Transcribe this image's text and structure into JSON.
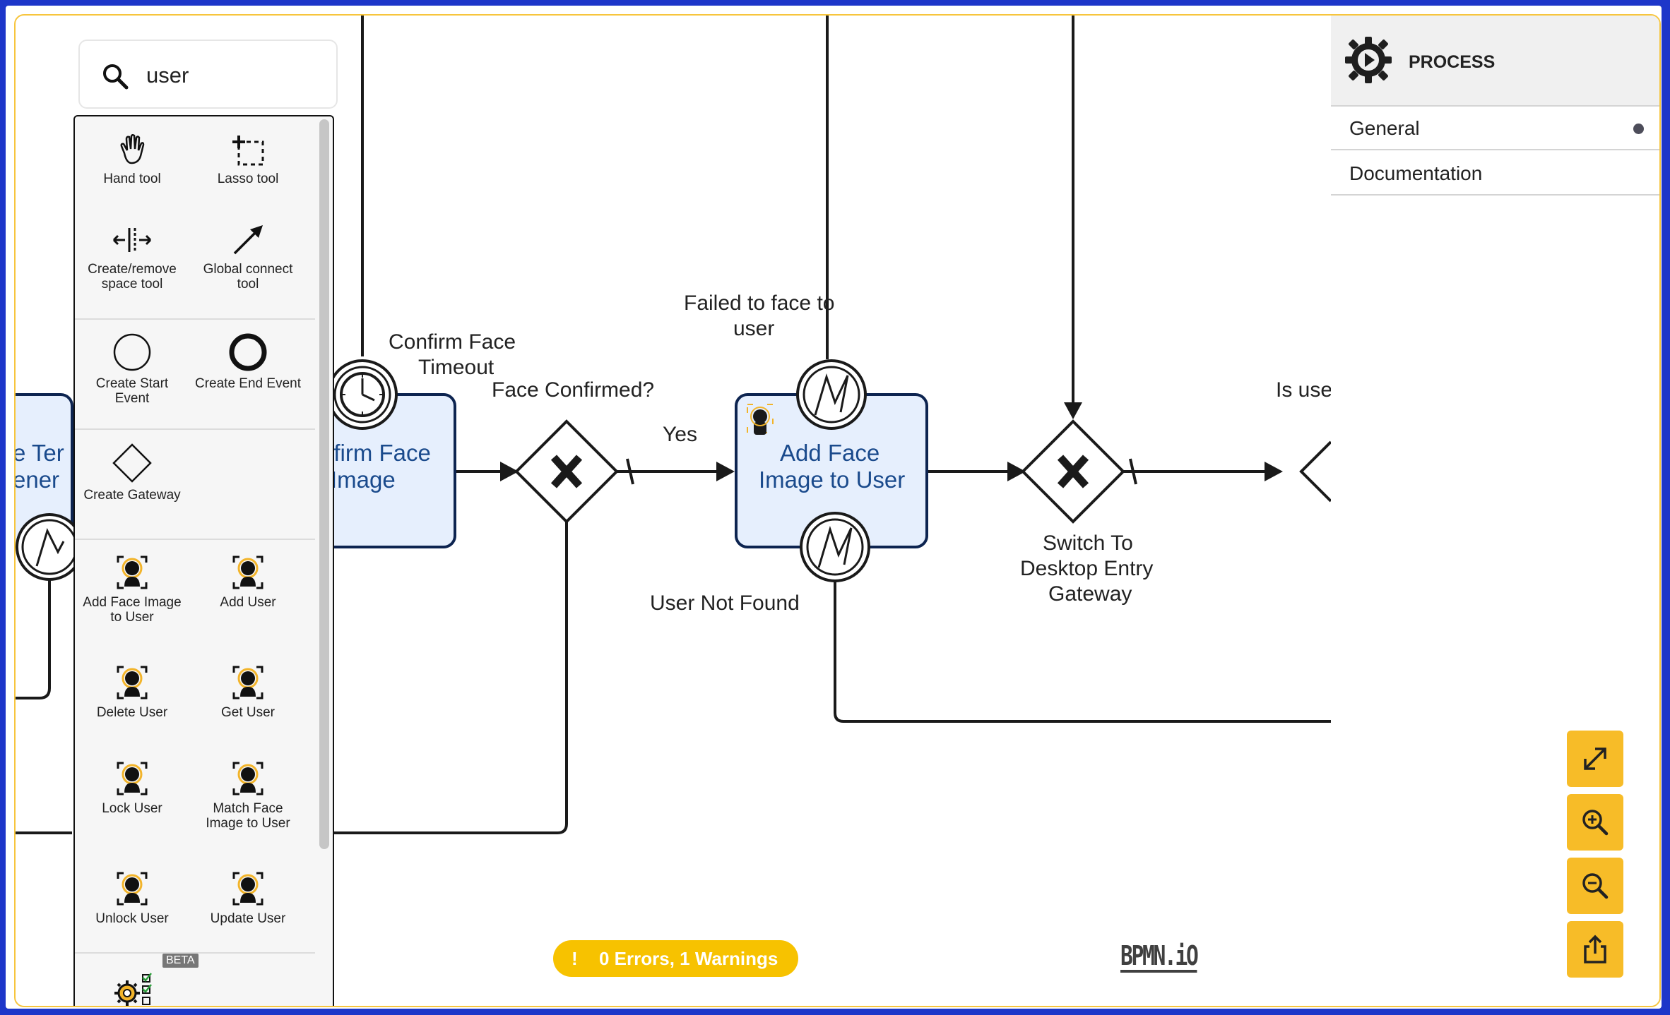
{
  "search": {
    "value": "user"
  },
  "palette": {
    "tools": [
      {
        "label": "Hand tool",
        "icon": "hand-icon"
      },
      {
        "label": "Lasso tool",
        "icon": "lasso-icon"
      },
      {
        "label": "Create/remove space tool",
        "icon": "space-tool-icon"
      },
      {
        "label": "Global connect tool",
        "icon": "arrow-icon"
      }
    ],
    "events": [
      {
        "label": "Create Start Event",
        "icon": "circle-icon"
      },
      {
        "label": "Create End Event",
        "icon": "bold-circle-icon"
      }
    ],
    "gateway": {
      "label": "Create Gateway",
      "icon": "diamond-icon"
    },
    "templates": [
      {
        "label": "Add Face Image to User",
        "icon": "user-face-icon"
      },
      {
        "label": "Add User",
        "icon": "user-face-icon"
      },
      {
        "label": "Delete User",
        "icon": "user-face-icon"
      },
      {
        "label": "Get User",
        "icon": "user-face-icon"
      },
      {
        "label": "Lock User",
        "icon": "user-face-icon"
      },
      {
        "label": "Match Face Image to User",
        "icon": "user-face-icon"
      },
      {
        "label": "Unlock User",
        "icon": "user-face-icon"
      },
      {
        "label": "Update User",
        "icon": "user-face-icon"
      }
    ],
    "beta_badge": "BETA"
  },
  "properties": {
    "header": "PROCESS",
    "tabs": [
      {
        "label": "General",
        "active": true
      },
      {
        "label": "Documentation",
        "active": false
      }
    ]
  },
  "diagram": {
    "left_task_fragment_1": "e Ter",
    "left_task_fragment_2": "ener",
    "confirm_task_line1": "nfirm Face",
    "confirm_task_line2": "Image",
    "timer_label_line1": "Confirm Face",
    "timer_label_line2": "Timeout",
    "gateway1_label": "Face Confirmed?",
    "flow_yes": "Yes",
    "failed_label_line1": "Failed to face to",
    "failed_label_line2": "user",
    "add_face_task_line1": "Add Face",
    "add_face_task_line2": "Image to User",
    "user_not_found": "User Not Found",
    "gateway2_label_line1": "Switch To",
    "gateway2_label_line2": "Desktop Entry",
    "gateway2_label_line3": "Gateway",
    "is_user_fragment": "Is use"
  },
  "status": {
    "lint": "0 Errors, 1 Warnings"
  },
  "logo": "BPMN.iO",
  "colors": {
    "accent": "#f7bc28",
    "task_fill": "#e6effd",
    "task_stroke": "#0d2450",
    "frame": "#1d36c9"
  }
}
